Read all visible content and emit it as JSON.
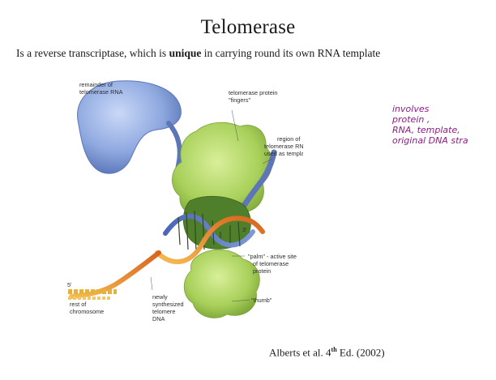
{
  "slide": {
    "title": "Telomerase",
    "subtitle_pre": "Is a reverse transcriptase, which is ",
    "subtitle_bold": "unique",
    "subtitle_post": " in carrying round its own RNA template"
  },
  "diagram": {
    "labels": {
      "remainder_rna_1": "remainder of",
      "remainder_rna_2": "telomerase RNA",
      "protein_fingers_1": "telomerase protein",
      "protein_fingers_2": "\"fingers\"",
      "template_region_1": "region of",
      "template_region_2": "telomerase RNA",
      "template_region_3": "used as template",
      "five_prime": "5'",
      "three_prime": "3'",
      "palm_1": "\"palm\" - active site",
      "palm_2": "of telomerase",
      "palm_3": "protein",
      "rest_chrom_1": "rest of",
      "rest_chrom_2": "chromosome",
      "newly_1": "newly",
      "newly_2": "synthesized",
      "newly_3": "telomere",
      "newly_4": "DNA",
      "thumb": "\"thumb\""
    }
  },
  "handwritten_note": {
    "line1": "involves",
    "line2": "protein ,",
    "line3": "RNA, template,",
    "line4": "original DNA stra"
  },
  "citation": {
    "text_pre": "Alberts et al. 4",
    "superscript": "th",
    "text_post": " Ed. (2002)"
  },
  "colors": {
    "protein": "#a8d05a",
    "rna": "#8fa9e0",
    "dna_new": "#e98a2c",
    "note_ink": "#8e1a86"
  }
}
